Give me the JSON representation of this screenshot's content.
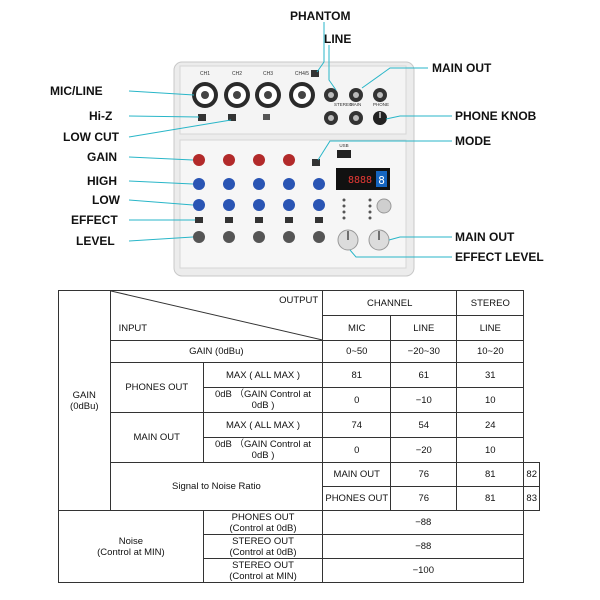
{
  "labels": {
    "phantom": "PHANTOM",
    "line_top": "LINE",
    "main_out_top": "MAIN OUT",
    "mic_line": "MIC/LINE",
    "hi_z": "Hi-Z",
    "low_cut": "LOW CUT",
    "gain": "GAIN",
    "high": "HIGH",
    "low": "LOW",
    "effect": "EFFECT",
    "level": "LEVEL",
    "phone_knob": "PHONE KNOB",
    "mode": "MODE",
    "main_out_bottom": "MAIN OUT",
    "effect_level": "EFFECT LEVEL"
  },
  "device": {
    "channels": [
      "CH1",
      "CH2",
      "CH3",
      "CH4/5"
    ],
    "usb_label": "USB",
    "display_digits": "8888",
    "display_preset": "8",
    "jack_labels": {
      "stereo": "STEREO",
      "main": "MAIN",
      "phone": "PHONE"
    }
  },
  "colors": {
    "device_body": "#ececec",
    "gain_knob": "#b22a2a",
    "eq_knob": "#2a55b4",
    "leader_line": "#29b6c8"
  },
  "table": {
    "output_label": "OUTPUT",
    "input_label": "INPUT",
    "channel": "CHANNEL",
    "stereo": "STEREO",
    "mic": "MIC",
    "line": "LINE",
    "line2": "LINE",
    "gain_group": "GAIN\n(0dBu)",
    "gain_row": {
      "label": "GAIN (0dBu)",
      "mic": "0~50",
      "line": "−20~30",
      "stereo": "10~20"
    },
    "phones_out": {
      "label": "PHONES OUT",
      "max": {
        "label": "MAX ( ALL MAX )",
        "mic": "81",
        "line": "61",
        "stereo": "31"
      },
      "zero": {
        "label": "0dB （GAIN Control at 0dB )",
        "mic": "0",
        "line": "−10",
        "stereo": "10"
      }
    },
    "main_out": {
      "label": "MAIN OUT",
      "max": {
        "label": "MAX ( ALL MAX )",
        "mic": "74",
        "line": "54",
        "stereo": "24"
      },
      "zero": {
        "label": "0dB （GAIN Control at 0dB )",
        "mic": "0",
        "line": "−20",
        "stereo": "10"
      }
    },
    "snr": {
      "label": "Signal to Noise Ratio",
      "main": {
        "label": "MAIN OUT",
        "mic": "76",
        "line": "81",
        "stereo": "82"
      },
      "phones": {
        "label": "PHONES OUT",
        "mic": "76",
        "line": "81",
        "stereo": "83"
      }
    },
    "noise": {
      "label": "Noise\n(Control at MIN)",
      "phones": {
        "label": "PHONES OUT\n(Control at 0dB)",
        "value": "−88"
      },
      "stereo0": {
        "label": "STEREO OUT\n(Control at 0dB)",
        "value": "−88"
      },
      "stereomin": {
        "label": "STEREO OUT\n(Control at MIN)",
        "value": "−100"
      }
    }
  }
}
